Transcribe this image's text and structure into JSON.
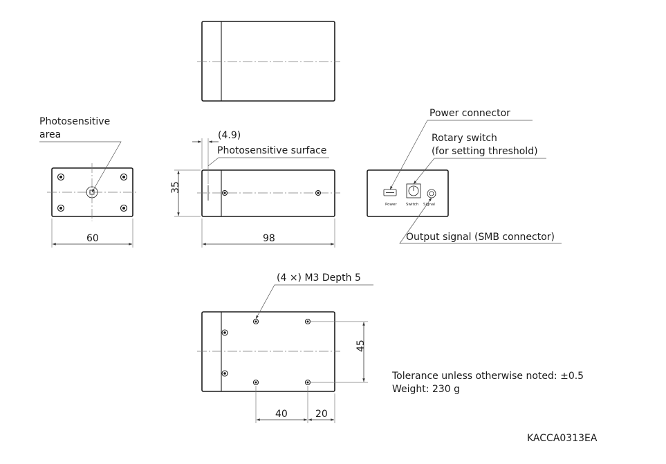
{
  "labels": {
    "photosensitive_area": [
      "Photosensitive",
      "area"
    ],
    "offset": "(4.9)",
    "photosensitive_surface": "Photosensitive surface",
    "power_connector": "Power connector",
    "rotary_switch": [
      "Rotary switch",
      "(for setting threshold)"
    ],
    "output_signal": "Output signal (SMB connector)",
    "mount_holes": "(4 ×) M3 Depth 5",
    "tolerance": "Tolerance unless otherwise noted:  ±0.5",
    "weight": "Weight:  230 g",
    "drawing_code": "KACCA0313EA"
  },
  "panel_labels": {
    "power": "Power",
    "switch": "Switch",
    "signal": "Signal"
  },
  "dimensions": {
    "width_front": "60",
    "height_side": "35",
    "length_side": "98",
    "hole_spacing_vertical": "45",
    "hole_spacing_horizontal": "40",
    "hole_edge_offset": "20"
  }
}
